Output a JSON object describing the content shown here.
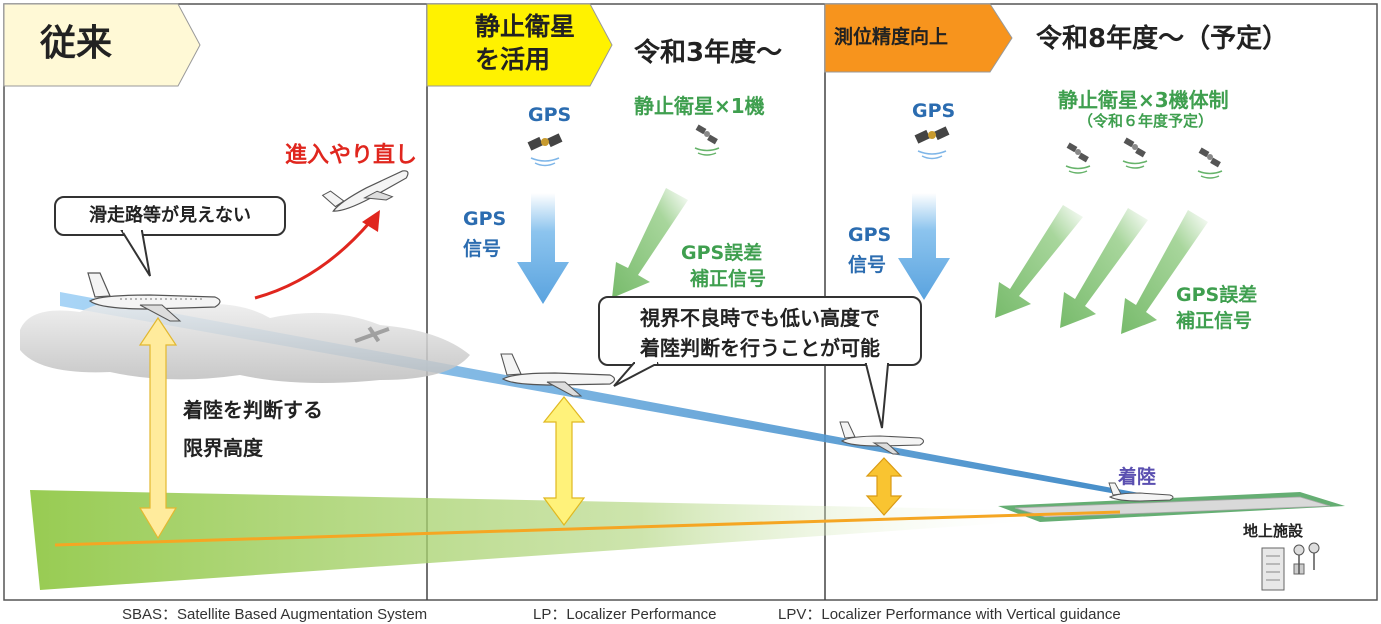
{
  "panels": {
    "conventional": {
      "label": "従来"
    },
    "satellite": {
      "label_line1": "静止衛星",
      "label_line2": "を活用",
      "period": "令和3年度～"
    },
    "improved": {
      "label": "測位精度向上",
      "period": "令和8年度～（予定）"
    }
  },
  "panel1": {
    "retry": "進入やり直し",
    "callout": "滑走路等が見えない",
    "height_line1": "着陸を判断する",
    "height_line2": "限界高度"
  },
  "panel2": {
    "gps": "GPS",
    "geo": "静止衛星×1機",
    "gps_signal_line1": "GPS",
    "gps_signal_line2": "信号",
    "correction_line1": "GPS誤差",
    "correction_line2": "補正信号"
  },
  "panel3": {
    "gps": "GPS",
    "geo_line1": "静止衛星×3機体制",
    "geo_line2": "（令和６年度予定）",
    "gps_signal_line1": "GPS",
    "gps_signal_line2": "信号",
    "correction_line1": "GPS誤差",
    "correction_line2": "補正信号",
    "landing": "着陸",
    "ground": "地上施設"
  },
  "center_callout": {
    "line1": "視界不良時でも低い高度で",
    "line2": "着陸判断を行うことが可能"
  },
  "footer": {
    "sbas": "SBAS：Satellite Based Augmentation System",
    "lp": "LP：Localizer Performance",
    "lpv": "LPV：Localizer Performance with Vertical guidance"
  },
  "colors": {
    "banner_yellow": "#fff200",
    "banner_orange": "#f7941d",
    "banner_pale": "#fff9d6",
    "signal_blue": "#6fb2e8",
    "signal_green": "#86c47a",
    "height_arrow": "#ffe36b",
    "glide_line": "#f5a623"
  },
  "icons": [
    "gps-satellite-icon",
    "geostationary-satellite-icon",
    "airplane-icon",
    "ground-facility-icon"
  ]
}
